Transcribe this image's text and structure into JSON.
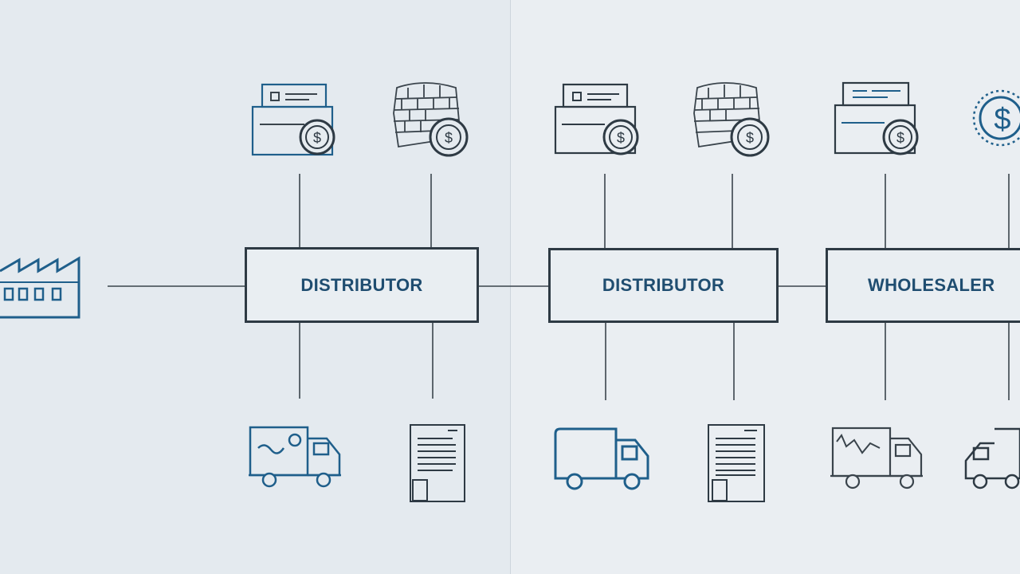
{
  "nodes": {
    "distributor_1": "DISTRIBUTOR",
    "distributor_2": "DISTRIBUTOR",
    "wholesaler": "WHOLESALER"
  },
  "colors": {
    "accent_blue": "#1f5f8b",
    "line": "#3a444c",
    "label_text": "#1f4d70"
  },
  "icons": [
    "factory-icon",
    "invoice-coin-icon",
    "brick-wall-coin-icon",
    "dollar-gear-icon",
    "delivery-truck-icon",
    "document-icon"
  ]
}
